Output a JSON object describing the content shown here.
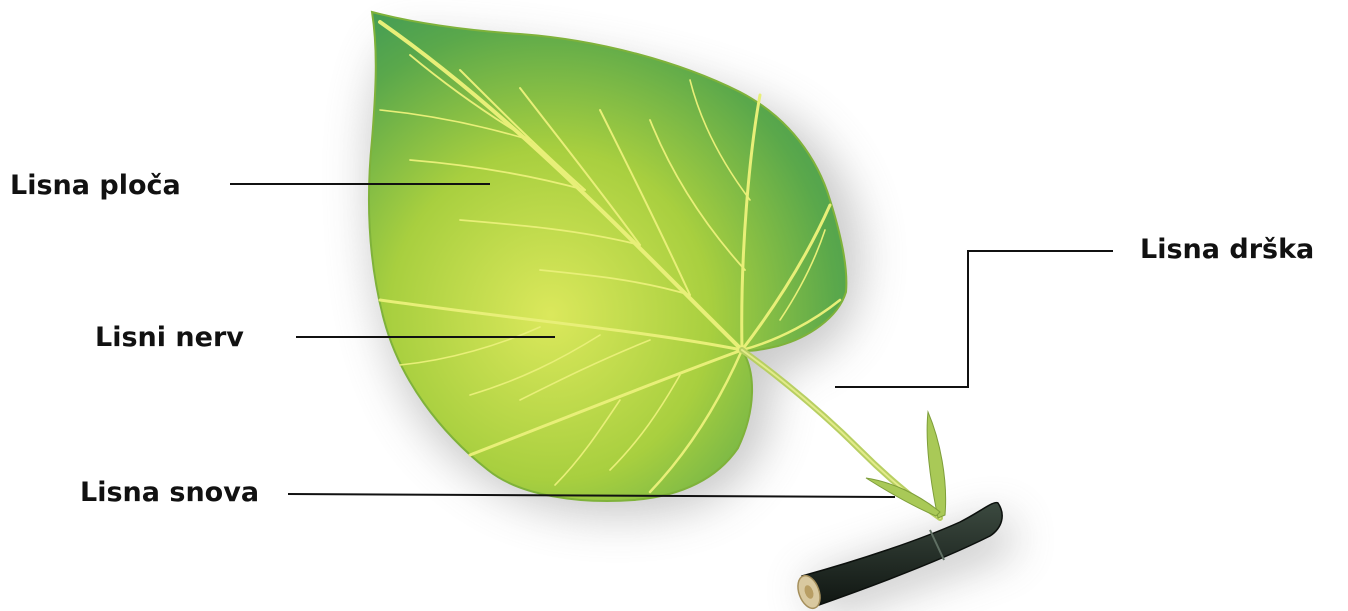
{
  "labels": {
    "leaf_blade": "Lisna ploča",
    "leaf_vein": "Lisni nerv",
    "leaf_base": "Lisna snova",
    "leaf_stalk": "Lisna drška"
  },
  "colors": {
    "leaf_light": "#d7e85a",
    "leaf_mid": "#9cc83a",
    "leaf_dark": "#3f9a4e",
    "vein": "#e6ee74",
    "branch": "#1f2a22",
    "branch_cut": "#d9c9a0",
    "leader_line": "#111111"
  },
  "icons": {
    "leaf": "linden-leaf-illustration",
    "branch": "twig-illustration"
  }
}
